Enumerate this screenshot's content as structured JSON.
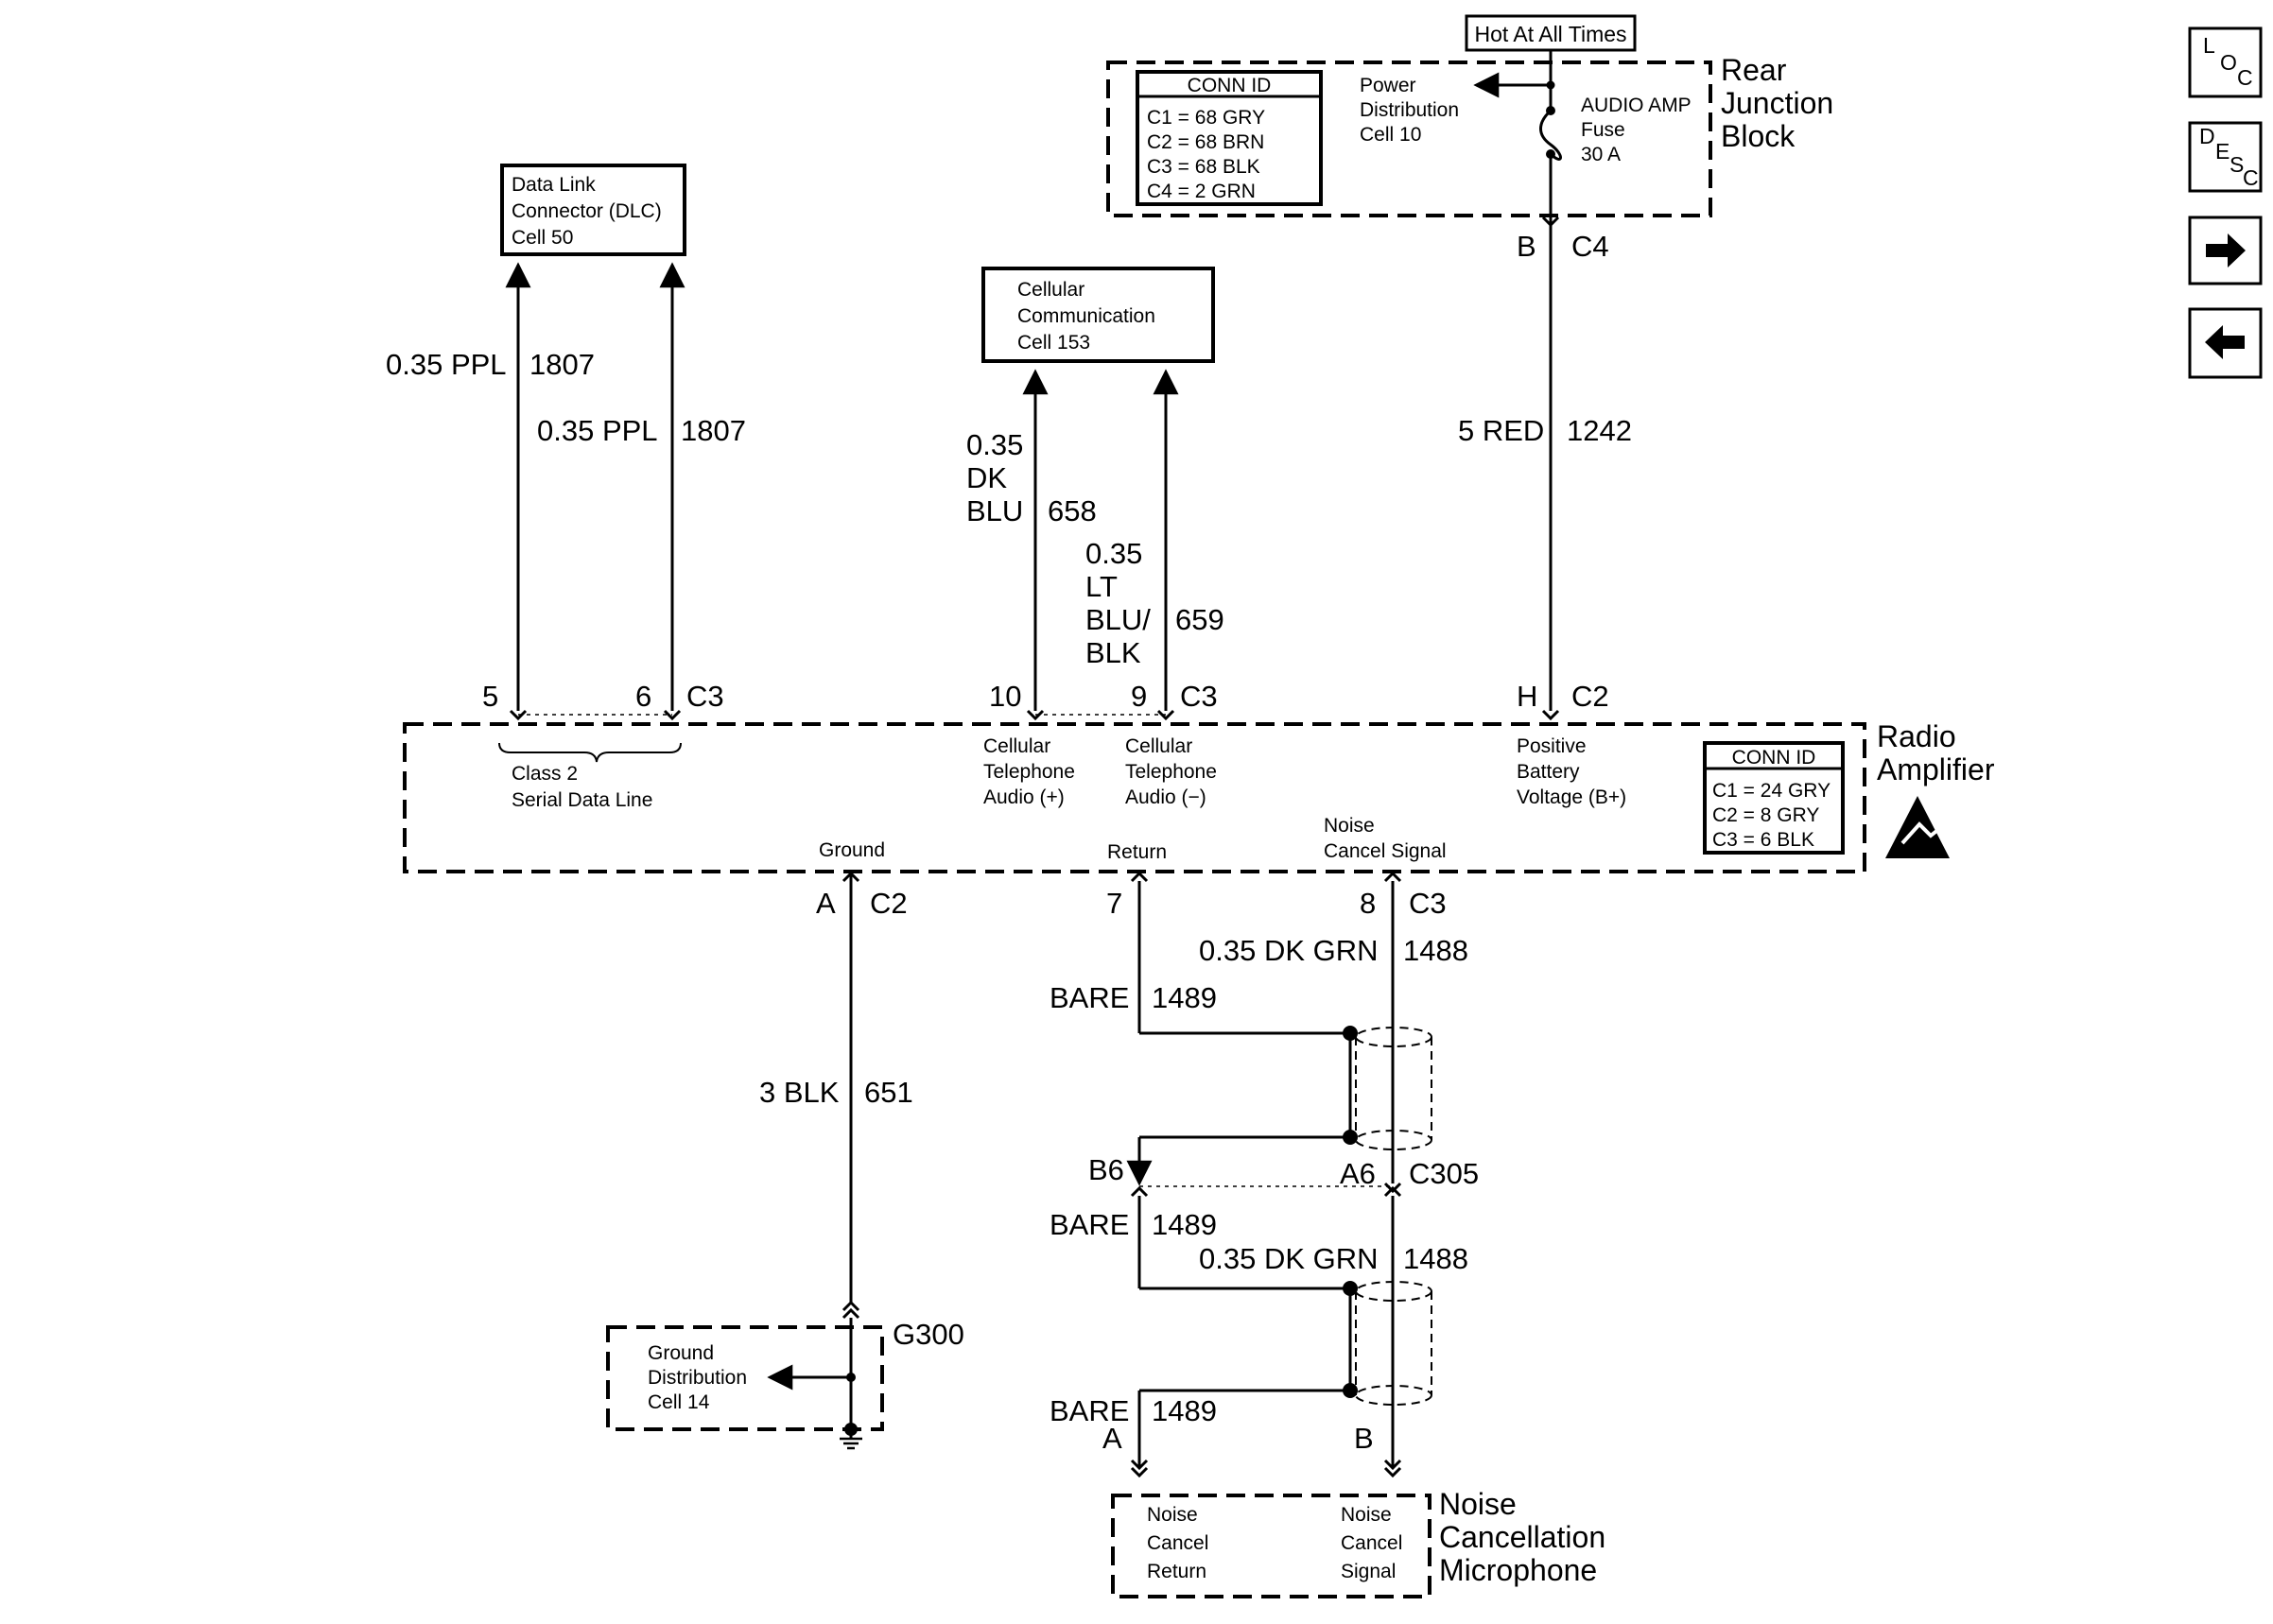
{
  "nav": {
    "loc": {
      "l": "L",
      "o": "O",
      "c": "C"
    },
    "desc": {
      "d": "D",
      "e": "E",
      "s": "S",
      "c": "C"
    }
  },
  "hot_at_all_times": "Hot At All Times",
  "rear_junction_block": {
    "title": [
      "Rear",
      "Junction",
      "Block"
    ],
    "conn_id": {
      "header": "CONN ID",
      "lines": [
        "C1 = 68 GRY",
        "C2 = 68 BRN",
        "C3 = 68 BLK",
        "C4 = 2 GRN"
      ]
    },
    "power_dist": [
      "Power",
      "Distribution",
      "Cell 10"
    ],
    "fuse": [
      "AUDIO AMP",
      "Fuse",
      "30 A"
    ]
  },
  "dlc": [
    "Data Link",
    "Connector (DLC)",
    "Cell 50"
  ],
  "cellular": [
    "Cellular",
    "Communication",
    "Cell 153"
  ],
  "radio_amplifier": {
    "title": [
      "Radio",
      "Amplifier"
    ],
    "conn_id": {
      "header": "CONN ID",
      "lines": [
        "C1 = 24 GRY",
        "C2 = 8 GRY",
        "C3 = 6 BLK"
      ]
    },
    "labels": {
      "class2": [
        "Class 2",
        "Serial Data Line"
      ],
      "cell_plus": [
        "Cellular",
        "Telephone",
        "Audio (+)"
      ],
      "cell_minus": [
        "Cellular",
        "Telephone",
        "Audio (−)"
      ],
      "positive": [
        "Positive",
        "Battery",
        "Voltage (B+)"
      ],
      "noise_cancel": [
        "Noise",
        "Cancel Signal"
      ],
      "ground": "Ground",
      "return": "Return"
    }
  },
  "wires": {
    "w1807a": {
      "color": "0.35 PPL",
      "circuit": "1807"
    },
    "w1807b": {
      "color": "0.35 PPL",
      "circuit": "1807"
    },
    "w658": {
      "color": [
        "0.35",
        "DK",
        "BLU"
      ],
      "circuit": "658"
    },
    "w659": {
      "color": [
        "0.35",
        "LT",
        "BLU/",
        "BLK"
      ],
      "circuit": "659"
    },
    "w1242": {
      "color": "5 RED",
      "circuit": "1242"
    },
    "w651": {
      "color": "3 BLK",
      "circuit": "651"
    },
    "w1488a": {
      "color": "0.35 DK GRN",
      "circuit": "1488"
    },
    "w1489a": {
      "color": "BARE",
      "circuit": "1489"
    },
    "w1489b": {
      "color": "BARE",
      "circuit": "1489"
    },
    "w1488b": {
      "color": "0.35 DK GRN",
      "circuit": "1488"
    },
    "w1489c": {
      "color": "BARE",
      "circuit": "1489"
    }
  },
  "pins": {
    "p5": "5",
    "p6": "6",
    "c3a": "C3",
    "p10": "10",
    "p9": "9",
    "c3b": "C3",
    "pH": "H",
    "c2a": "C2",
    "pB": "B",
    "c4": "C4",
    "pA": "A",
    "c2b": "C2",
    "p7": "7",
    "p8": "8",
    "c3c": "C3",
    "b6": "B6",
    "a6": "A6",
    "c305": "C305",
    "mA": "A",
    "mB": "B"
  },
  "ground": {
    "id": "G300",
    "label": [
      "Ground",
      "Distribution",
      "Cell 14"
    ]
  },
  "microphone": {
    "title": [
      "Noise",
      "Cancellation",
      "Microphone"
    ],
    "return": [
      "Noise",
      "Cancel",
      "Return"
    ],
    "signal": [
      "Noise",
      "Cancel",
      "Signal"
    ]
  }
}
